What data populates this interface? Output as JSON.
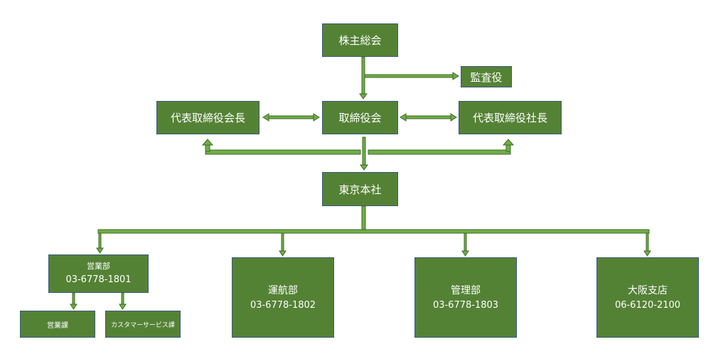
{
  "nodes": {
    "shareholders": "株主総会",
    "auditor": "監査役",
    "board": "取締役会",
    "chairman": "代表取締役会長",
    "president": "代表取締役社長",
    "tokyo_hq": "東京本社",
    "sales_dept": {
      "name": "営業部",
      "phone": "03-6778-1801"
    },
    "operations_dept": {
      "name": "運航部",
      "phone": "03-6778-1802"
    },
    "admin_dept": {
      "name": "管理部",
      "phone": "03-6778-1803"
    },
    "osaka_branch": {
      "name": "大阪支店",
      "phone": "06-6120-2100"
    },
    "sales_section": "営業課",
    "customer_service_section": "カスタマーサービス課"
  },
  "colors": {
    "box": "#548235",
    "connector": "#70ad47"
  }
}
